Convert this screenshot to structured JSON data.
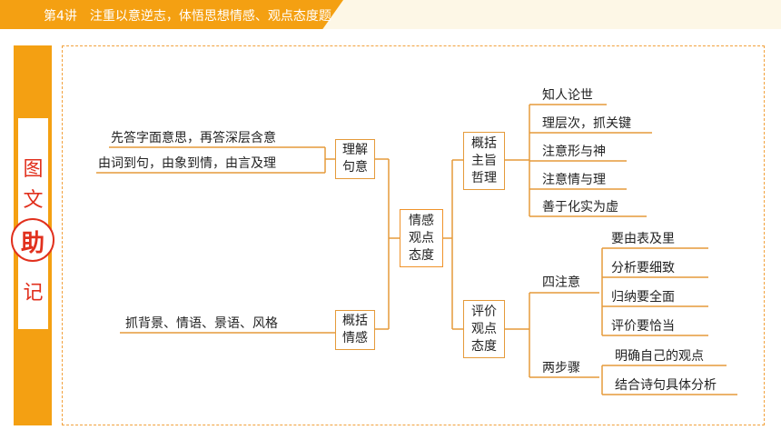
{
  "header": {
    "title": "第4讲　注重以意逆志，体悟思想情感、观点态度题"
  },
  "sidebar": {
    "chars": [
      "图",
      "文",
      "助",
      "记"
    ]
  },
  "colors": {
    "accent": "#f4a012",
    "line": "#e59a3a",
    "text": "#222222",
    "sidebar_text": "#e1301d"
  },
  "diagram": {
    "center": "情感\n观点\n态度",
    "left": [
      {
        "node": "理解\n句意",
        "leaves": [
          "先答字面意思，再答深层含意",
          "由词到句，由象到情，由言及理"
        ]
      },
      {
        "node": "概括\n情感",
        "leaves": [
          "抓背景、情语、景语、风格"
        ]
      }
    ],
    "right": [
      {
        "node": "概括\n主旨\n哲理",
        "leaves": [
          "知人论世",
          "理层次，抓关键",
          "注意形与神",
          "注意情与理",
          "善于化实为虚"
        ]
      },
      {
        "node": "评价\n观点\n态度",
        "groups": [
          {
            "label": "四注意",
            "leaves": [
              "要由表及里",
              "分析要细致",
              "归纳要全面",
              "评价要恰当"
            ]
          },
          {
            "label": "两步骤",
            "leaves": [
              "明确自己的观点",
              "结合诗句具体分析"
            ]
          }
        ]
      }
    ]
  }
}
